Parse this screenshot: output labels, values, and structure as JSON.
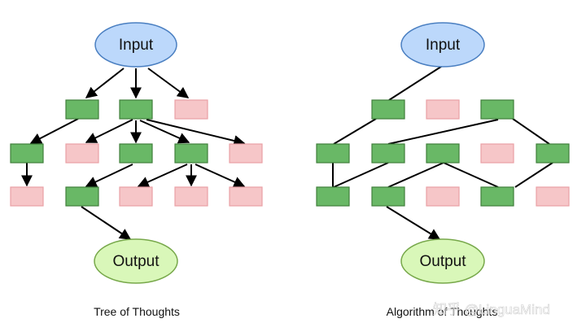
{
  "colors": {
    "input_fill": "#bcd8fb",
    "input_stroke": "#4a7fc1",
    "output_fill": "#d9f7b9",
    "output_stroke": "#77a84a",
    "node_green_fill": "#69b866",
    "node_green_stroke": "#3f7f3b",
    "node_pink_fill": "#f6c6c8",
    "node_pink_stroke": "#eaa0a5"
  },
  "left_diagram": {
    "input_label": "Input",
    "output_label": "Output",
    "caption": "Tree of Thoughts"
  },
  "right_diagram": {
    "input_label": "Input",
    "output_label": "Output",
    "caption": "Algorithm of Thoughts"
  },
  "watermark": {
    "text": "知乎 @LinguaMind"
  }
}
